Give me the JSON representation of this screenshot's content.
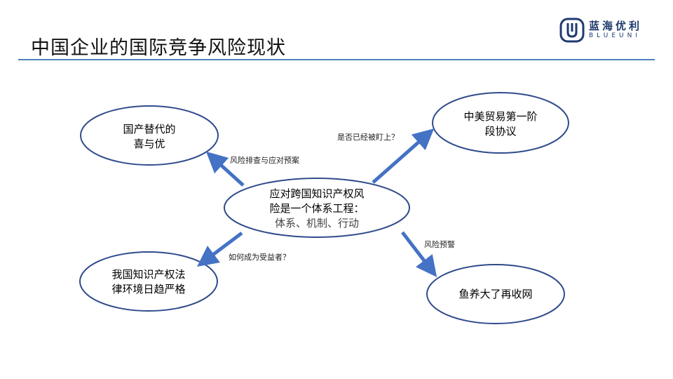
{
  "header": {
    "title": "中国企业的国际竞争风险现状",
    "logo_cn": "蓝海优利",
    "logo_en": "BLUEUNI"
  },
  "colors": {
    "accent": "#4f81bd",
    "node_border": "#2f4b8c",
    "arrow": "#4472c4"
  },
  "diagram": {
    "center": {
      "line1": "应对跨国知识产权风",
      "line2": "险是一个体系工程：",
      "line3": "体系、机制、行动"
    },
    "nodes": {
      "top_left": {
        "line1": "国产替代的",
        "line2": "喜与优"
      },
      "top_right": {
        "line1": "中美贸易第一阶",
        "line2": "段协议"
      },
      "bottom_left": {
        "line1": "我国知识产权法",
        "line2": "律环境日趋严格"
      },
      "bottom_right": {
        "line1": "鱼养大了再收网"
      }
    },
    "edges": {
      "top_left": "风险排查与应对预案",
      "top_right": "是否已经被盯上？",
      "bottom_left": "如何成为受益者？",
      "bottom_right": "风险预警"
    }
  }
}
